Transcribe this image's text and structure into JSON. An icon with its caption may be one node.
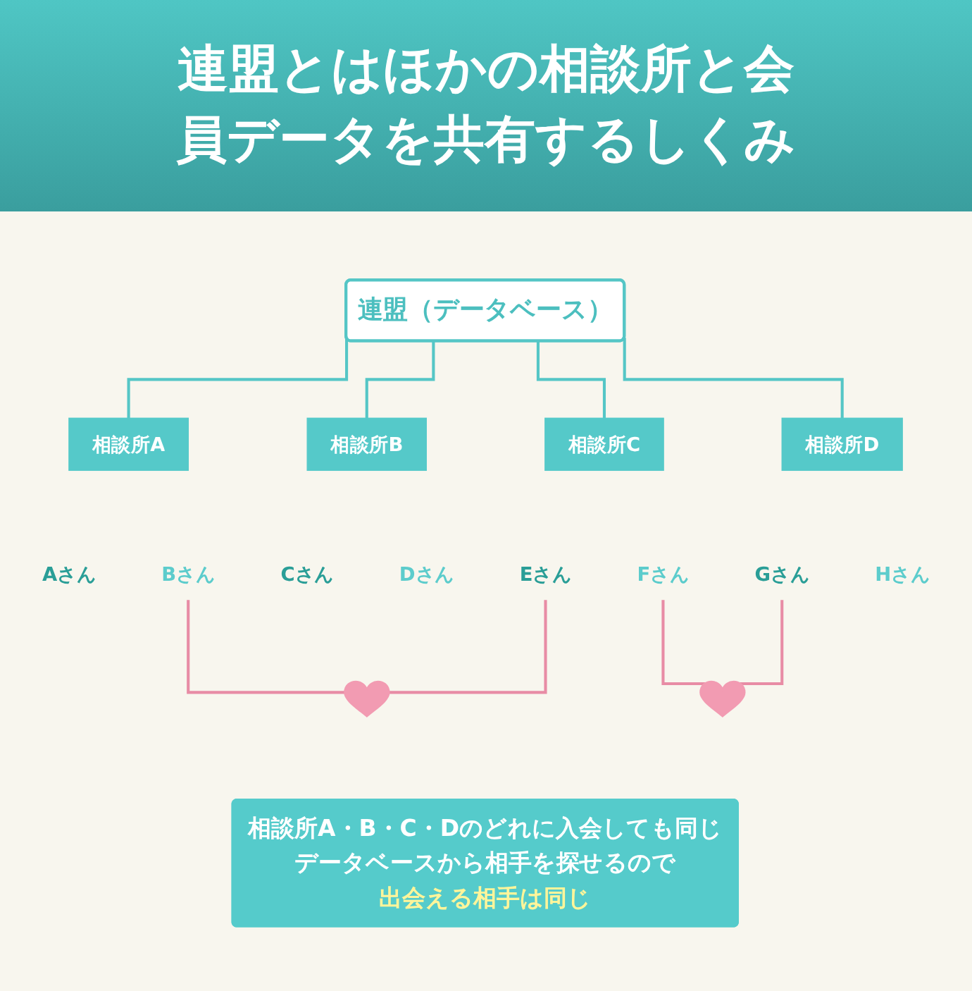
{
  "diagram": {
    "title": "連盟とはほかの相談所と会員データを共有するしくみ",
    "nodes": [
      {
        "text": [
          "連盟（データベース）"
        ]
      },
      {
        "text": [
          "相談所A"
        ]
      },
      {
        "text": [
          "相談所B"
        ]
      },
      {
        "text": [
          "相談所C"
        ]
      },
      {
        "text": [
          "相談所D"
        ]
      },
      {
        "text": [
          "Aさん"
        ]
      },
      {
        "text": [
          "Bさん"
        ]
      },
      {
        "text": [
          "Cさん"
        ]
      },
      {
        "text": [
          "Dさん"
        ]
      },
      {
        "text": [
          "Eさん"
        ]
      },
      {
        "text": [
          "Fさん"
        ]
      },
      {
        "text": [
          "Gさん"
        ]
      },
      {
        "text": [
          "Hさん"
        ]
      },
      {
        "text": [],
        "shape": "heart"
      },
      {
        "text": [],
        "shape": "heart"
      },
      {
        "text": [
          "相談所A・B・C・Dのどれに入会しても同じデータベースから相手を探せるので",
          "出会える相手は同じ"
        ]
      }
    ],
    "edges": [
      {
        "from": 0,
        "to": 1,
        "arrow": "none"
      },
      {
        "from": 0,
        "to": 2,
        "arrow": "none"
      },
      {
        "from": 0,
        "to": 3,
        "arrow": "none"
      },
      {
        "from": 0,
        "to": 4,
        "arrow": "none"
      },
      {
        "from": 6,
        "to": 13,
        "arrow": "none",
        "color": "#e88ca5"
      },
      {
        "from": 9,
        "to": 13,
        "arrow": "none",
        "color": "#e88ca5"
      },
      {
        "from": 10,
        "to": 14,
        "arrow": "none",
        "color": "#e88ca5"
      },
      {
        "from": 11,
        "to": 14,
        "arrow": "none",
        "color": "#e88ca5"
      }
    ]
  }
}
